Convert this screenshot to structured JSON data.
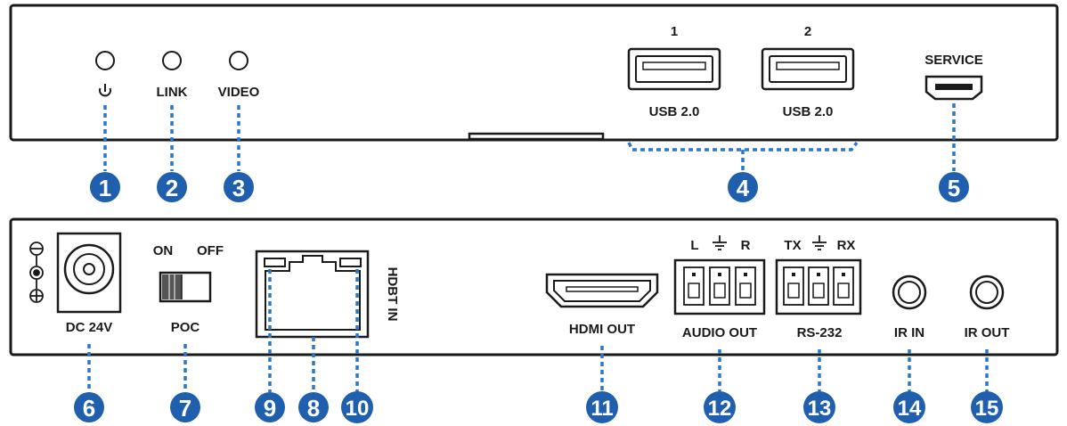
{
  "colors": {
    "callout": "#1f5fad",
    "leader": "#2b77c9",
    "panel_stroke": "#1a1a1a"
  },
  "front": {
    "power_icon": "power-icon",
    "link_label": "LINK",
    "video_label": "VIDEO",
    "usb1_number": "1",
    "usb2_number": "2",
    "usb1_label": "USB 2.0",
    "usb2_label": "USB 2.0",
    "service_label": "SERVICE"
  },
  "rear": {
    "dc_label": "DC 24V",
    "switch_on": "ON",
    "switch_off": "OFF",
    "poc_label": "POC",
    "hdbt_label": "HDBT IN",
    "hdmi_label": "HDMI OUT",
    "audio_l": "L",
    "audio_r": "R",
    "audio_label": "AUDIO OUT",
    "rs232_tx": "TX",
    "rs232_rx": "RX",
    "rs232_label": "RS-232",
    "irin_label": "IR IN",
    "irout_label": "IR OUT"
  },
  "callouts": [
    "1",
    "2",
    "3",
    "4",
    "5",
    "6",
    "7",
    "8",
    "9",
    "10",
    "11",
    "12",
    "13",
    "14",
    "15"
  ]
}
